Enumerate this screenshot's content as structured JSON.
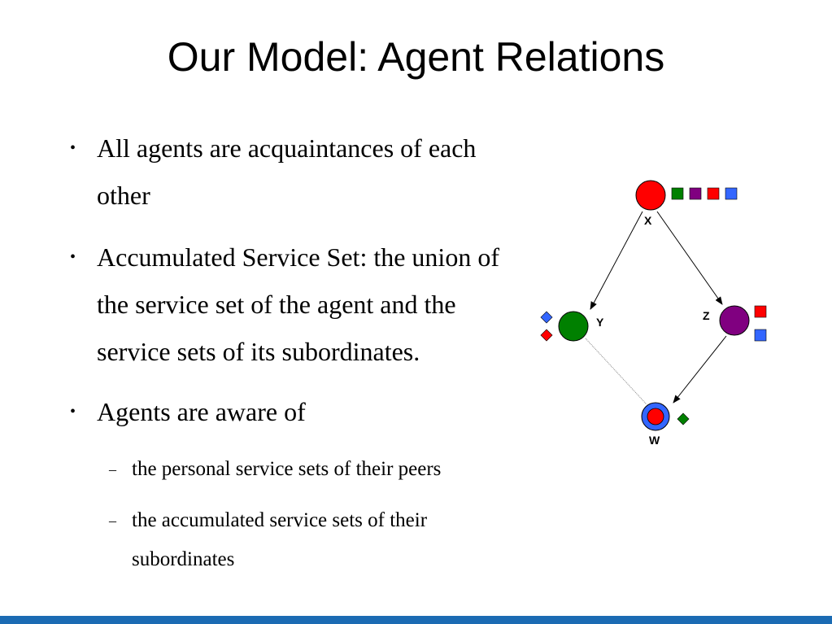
{
  "title": "Our Model: Agent Relations",
  "bullets": [
    {
      "line1": "All agents are acquaintances of each",
      "line2": "other"
    },
    {
      "line1": "Accumulated Service Set: the union of",
      "line2": "the service set of the agent and the",
      "line3": "service sets of its subordinates."
    },
    {
      "line1": "Agents are aware of"
    }
  ],
  "sub_bullets": [
    {
      "line1": "the personal service sets of their peers"
    },
    {
      "line1": "the accumulated service sets of  their",
      "line2": "subordinates"
    }
  ],
  "bullet_marker": "•",
  "sub_marker": "–",
  "diagram": {
    "nodes": {
      "x": {
        "label": "X",
        "color": "#ff0000"
      },
      "y": {
        "label": "Y",
        "color": "#008000"
      },
      "z": {
        "label": "Z",
        "color": "#800080"
      },
      "w": {
        "label": "W",
        "color": "#ff0000",
        "ring_color": "#3366ff"
      }
    },
    "service_colors": {
      "green": "#008000",
      "purple": "#800080",
      "red": "#ff0000",
      "blue": "#3366ff"
    }
  },
  "footer_color": "#1b6bb3"
}
